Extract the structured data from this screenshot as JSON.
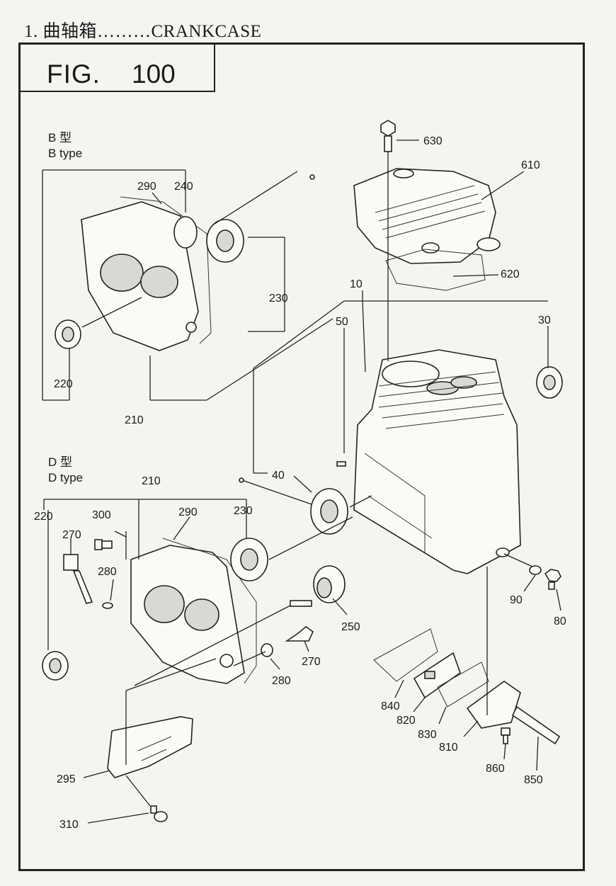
{
  "header": {
    "title": "1. 曲轴箱………CRANKCASE"
  },
  "figure": {
    "label": "FIG.",
    "number": "100"
  },
  "types": {
    "b_cn": "B 型",
    "b_en": "B type",
    "d_cn": "D 型",
    "d_en": "D type"
  },
  "callouts": {
    "c630": "630",
    "c610": "610",
    "c620": "620",
    "c10": "10",
    "c50": "50",
    "c30": "30",
    "c290b": "290",
    "c240": "240",
    "c230b": "230",
    "c220b": "220",
    "c210b": "210",
    "c40": "40",
    "c210d": "210",
    "c220d": "220",
    "c300": "300",
    "c290d": "290",
    "c230d": "230",
    "c270a": "270",
    "c280a": "280",
    "c250": "250",
    "c270b": "270",
    "c280b": "280",
    "c90": "90",
    "c80": "80",
    "c840": "840",
    "c820": "820",
    "c830": "830",
    "c810": "810",
    "c860": "860",
    "c850": "850",
    "c295": "295",
    "c310": "310"
  }
}
